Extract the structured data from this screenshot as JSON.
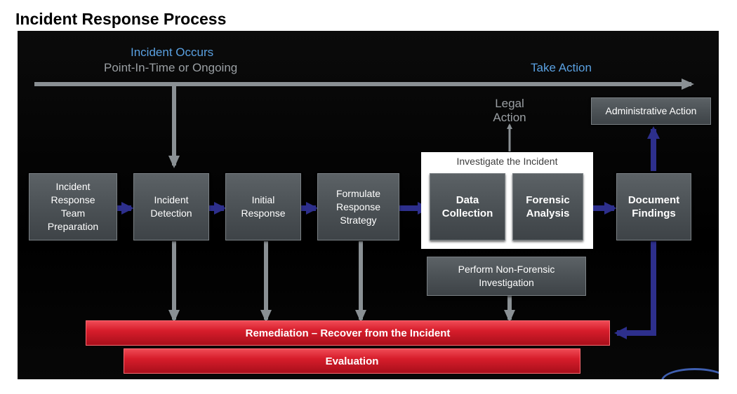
{
  "title": "Incident Response Process",
  "timeline": {
    "start_label": "Incident Occurs",
    "start_sublabel": "Point-In-Time or Ongoing",
    "end_label": "Take Action"
  },
  "legal_action": "Legal\nAction",
  "administrative_action": "Administrative Action",
  "investigate_group_label": "Investigate the Incident",
  "steps": {
    "preparation": "Incident\nResponse\nTeam\nPreparation",
    "detection": "Incident\nDetection",
    "initial_response": "Initial\nResponse",
    "strategy": "Formulate\nResponse\nStrategy",
    "data_collection": "Data\nCollection",
    "forensic_analysis": "Forensic\nAnalysis",
    "document_findings": "Document\nFindings",
    "non_forensic": "Perform Non-Forensic\nInvestigation"
  },
  "remediation": "Remediation – Recover from the Incident",
  "evaluation": "Evaluation",
  "colors": {
    "box": "#4a5054",
    "arrow_gray": "#8a9094",
    "arrow_blue": "#2d2f8c",
    "red_bar": "#d71d2b",
    "label_blue": "#5aa0e0"
  }
}
